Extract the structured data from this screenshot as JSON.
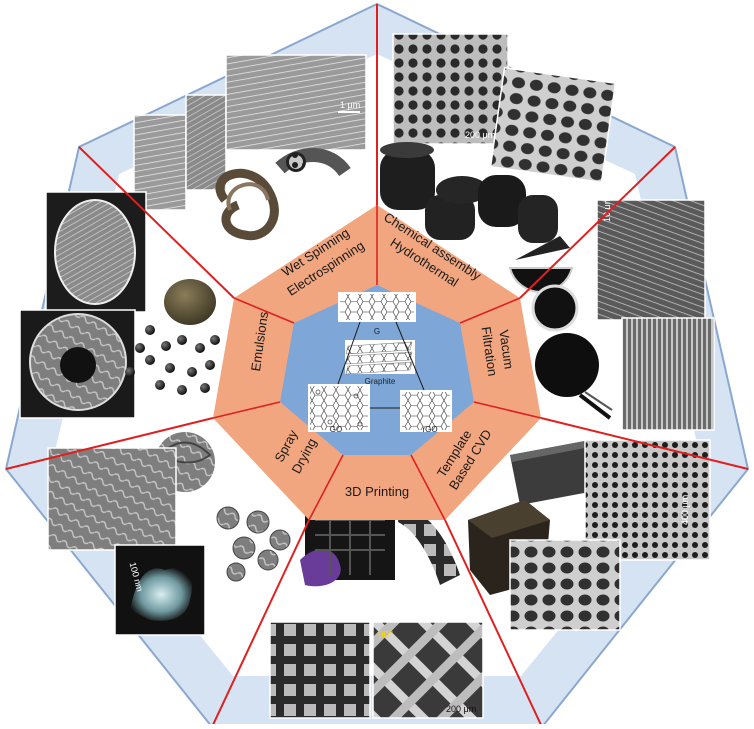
{
  "center": {
    "forms": {
      "g": "G",
      "graphite": "Graphite",
      "go": "GO",
      "rgo": "rGO"
    }
  },
  "methods": {
    "wet_spinning": [
      "Wet Spinning",
      "Electrospinning"
    ],
    "chemical": [
      "Chemical assembly",
      "Hydrothermal"
    ],
    "vacuum": [
      "Vacum",
      "Filtration"
    ],
    "template": [
      "Template",
      "Based CVD"
    ],
    "printing": [
      "3D Printing"
    ],
    "spray": [
      "Spray",
      "Drying"
    ],
    "emulsions": [
      "Emulsions"
    ]
  },
  "scale_bars": {
    "fiber": "1 μm",
    "chem": "200 μm",
    "vac": "10 μm",
    "cvd": "400 μm",
    "spray": "100 nm",
    "print_angle": "90°",
    "print_scale": "200 μm"
  },
  "colors": {
    "outer_fill": "#d6e3f3",
    "outer_stroke": "#8aa8cf",
    "divider": "#e02020",
    "ring": "#f2a67f",
    "core": "#7ea6d6"
  }
}
